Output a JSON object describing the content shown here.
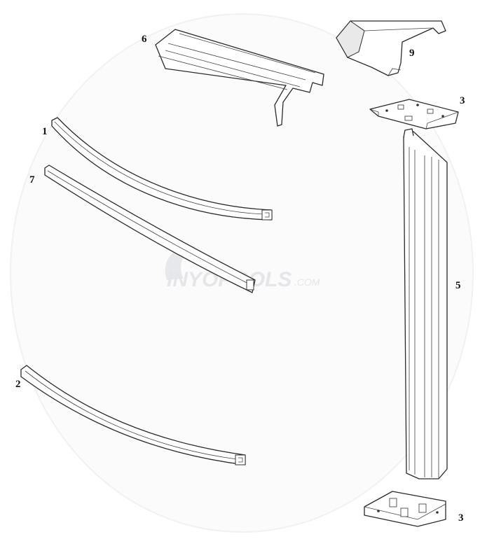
{
  "diagram": {
    "watermark": {
      "brand": "INYOPOOLS",
      "suffix": ".COM"
    },
    "callouts": [
      {
        "id": "1",
        "label": "1"
      },
      {
        "id": "2",
        "label": "2"
      },
      {
        "id": "3-top",
        "label": "3"
      },
      {
        "id": "3-bottom",
        "label": "3"
      },
      {
        "id": "5",
        "label": "5"
      },
      {
        "id": "6",
        "label": "6"
      },
      {
        "id": "7",
        "label": "7"
      },
      {
        "id": "9",
        "label": "9"
      }
    ]
  }
}
